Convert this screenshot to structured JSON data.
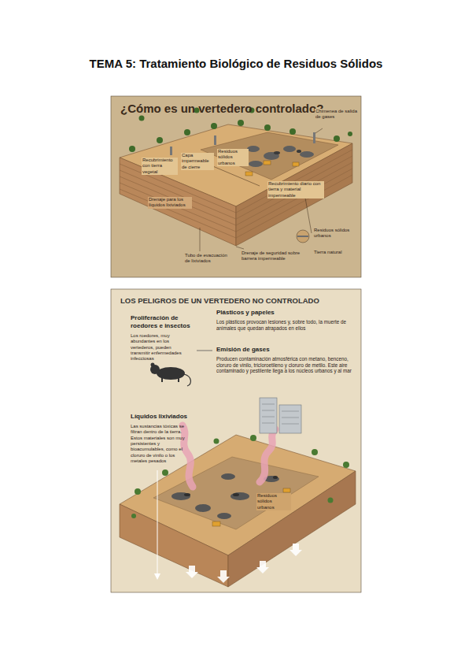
{
  "diagram": {
    "title": "TEMA 5: Tratamiento Biológico de Residuos Sólidos",
    "nodes": [
      {
        "text": [
          "¿Cómo es un vertedero controlado?"
        ]
      },
      {
        "text": [
          "LOS PELIGROS DE UN VERTEDERO NO CONTROLADO"
        ]
      }
    ],
    "labels": [
      "Chimenea de salida de gases",
      "Recubrimiento con tierra vegetal",
      "Capa impermeable de cierre",
      "Residuos sólidos urbanos",
      "Drenaje para los líquidos lixiviados",
      "Recubrimiento diario con tierra y material impermeable",
      "Residuos sólidos urbanos",
      "Tierra natural",
      "Tubo de evacuación de lixiviados",
      "Drenaje de seguridad sobre barrera impermeable",
      "Proliferación de roedores e insectos",
      "Los roedores, muy abundantes en los vertederos, pueden transmitir enfermedades infecciosas",
      "Plásticos y papeles",
      "Los plásticos provocan lesiones y, sobre todo, la muerte de animales que quedan atrapados en ellos",
      "Emisión de gases",
      "Producen contaminación atmosférica con metano, benceno, cloruro de vinilo, tricloroetileno y cloruro de metilo. Este aire contaminado y pestilente llega a los núcleos urbanos y al mar",
      "Líquidos lixiviados",
      "Las sustancias tóxicas se filtran dentro de la tierra. Estos materiales son muy persistentes y bioacumulables, como el cloruro de vinilo o los metales pesados",
      "Residuos sólidos urbanos"
    ]
  }
}
